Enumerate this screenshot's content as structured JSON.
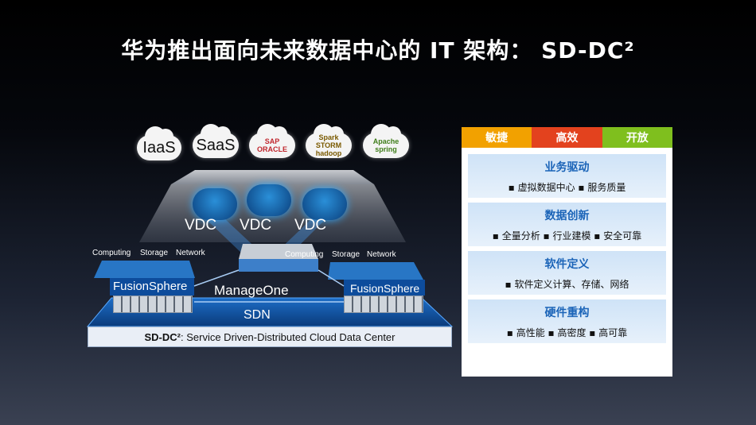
{
  "title": "华为推出面向未来数据中心的 IT 架构： SD-DC²",
  "diagram": {
    "top_clouds": [
      "IaaS",
      "SaaS"
    ],
    "logo_clouds": [
      "SAP ORACLE",
      "Spark STORM hadoop",
      "Apache spring"
    ],
    "vdc_labels": [
      "VDC",
      "VDC",
      "VDC"
    ],
    "left_labels": [
      "Computing",
      "Storage",
      "Network"
    ],
    "right_labels": [
      "Computing",
      "Storage",
      "Network"
    ],
    "fusion_left": "FusionSphere",
    "fusion_right": "FusionSphere",
    "manage_one": "ManageOne",
    "sdn": "SDN",
    "footer_bold": "SD-DC²",
    "footer_text": ": Service Driven-Distributed Cloud Data Center"
  },
  "panel": {
    "tabs": [
      {
        "label": "敏捷",
        "color": "#f2a100"
      },
      {
        "label": "高效",
        "color": "#e3421e"
      },
      {
        "label": "开放",
        "color": "#7fbf1e"
      }
    ],
    "blocks": [
      {
        "title": "业务驱动",
        "sub": "▪ 虚拟数据中心  ▪ 服务质量"
      },
      {
        "title": "数据创新",
        "sub": "▪ 全量分析  ▪ 行业建模  ▪ 安全可靠"
      },
      {
        "title": "软件定义",
        "sub": "▪ 软件定义计算、存储、网络"
      },
      {
        "title": "硬件重构",
        "sub": "▪ 高性能  ▪ 高密度  ▪ 高可靠"
      }
    ]
  }
}
